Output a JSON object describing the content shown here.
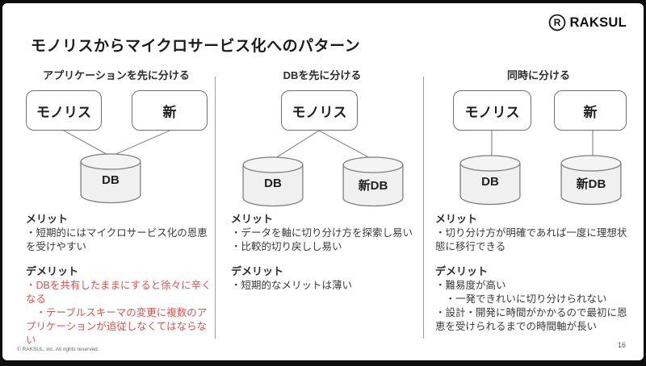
{
  "slide": {
    "title": "モノリスからマイクロサービス化へのパターン",
    "logo_text": "RAKSUL",
    "logo_mark_letter": "R",
    "footer": "© RAKSUL, inc. All rights reserved.",
    "page_number": "16"
  },
  "colors": {
    "warning_red": "#d9534f",
    "body_text": "#3a3a3a",
    "cylinder_fill": "#f0f0f0",
    "frame_black": "#0d0d0d"
  },
  "columns": [
    {
      "header": "アプリケーションを先に分ける",
      "nodes": {
        "monolith": "モノリス",
        "new": "新",
        "db": "DB"
      },
      "merit_title": "メリット",
      "merit_items": [
        "・短期的にはマイクロサービス化の恩恵を受けやすい"
      ],
      "demerit_title": "デメリット",
      "demerit_items": [
        "・DBを共有したままにすると徐々に辛くなる",
        "　・テーブルスキーマの変更に複数のアプリケーションが追従しなくてはならない"
      ]
    },
    {
      "header": "DBを先に分ける",
      "nodes": {
        "monolith": "モノリス",
        "db": "DB",
        "new_db": "新DB"
      },
      "merit_title": "メリット",
      "merit_items": [
        "・データを軸に切り分け方を探索し易い",
        "・比較的切り戻しし易い"
      ],
      "demerit_title": "デメリット",
      "demerit_items": [
        "・短期的なメリットは薄い"
      ]
    },
    {
      "header": "同時に分ける",
      "nodes": {
        "monolith": "モノリス",
        "new": "新",
        "db": "DB",
        "new_db": "新DB"
      },
      "merit_title": "メリット",
      "merit_items": [
        "・切り分け方が明確であれば一度に理想状態に移行できる"
      ],
      "demerit_title": "デメリット",
      "demerit_items": [
        "・難易度が高い",
        "　・一発できれいに切り分けられない",
        "・設計・開発に時間がかかるので最初に恩恵を受けられるまでの時間軸が長い"
      ]
    }
  ]
}
